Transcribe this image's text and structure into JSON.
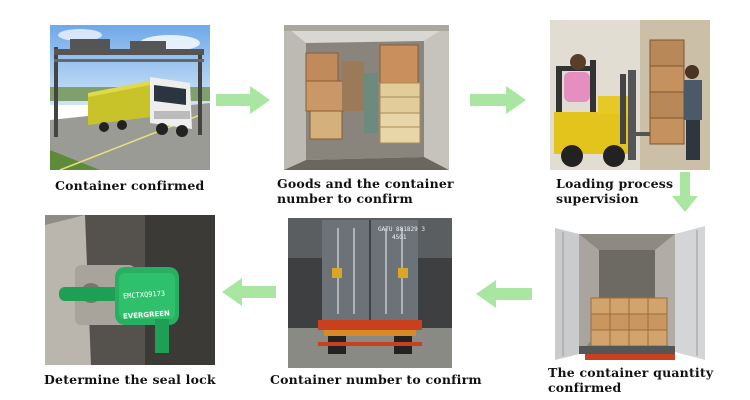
{
  "steps": [
    {
      "id": "step-1",
      "caption": "Container confirmed"
    },
    {
      "id": "step-2",
      "caption_line1": "Goods and the container",
      "caption_line2": "number to confirm"
    },
    {
      "id": "step-3",
      "caption_line1": "Loading process",
      "caption_line2": "supervision"
    },
    {
      "id": "step-4",
      "caption_line1": "The container quantity",
      "caption_line2": "confirmed"
    },
    {
      "id": "step-5",
      "caption": "Container number to confirm"
    },
    {
      "id": "step-6",
      "caption": "Determine the seal lock"
    }
  ],
  "photo_text": {
    "container_code_top": "GATU 881829 3",
    "container_code_sub": "45G1",
    "seal_brand": "EVERGREEN",
    "seal_number": "EMCTXQ9173"
  },
  "colors": {
    "arrow": "#a8e6a2",
    "caption": "#111111"
  }
}
